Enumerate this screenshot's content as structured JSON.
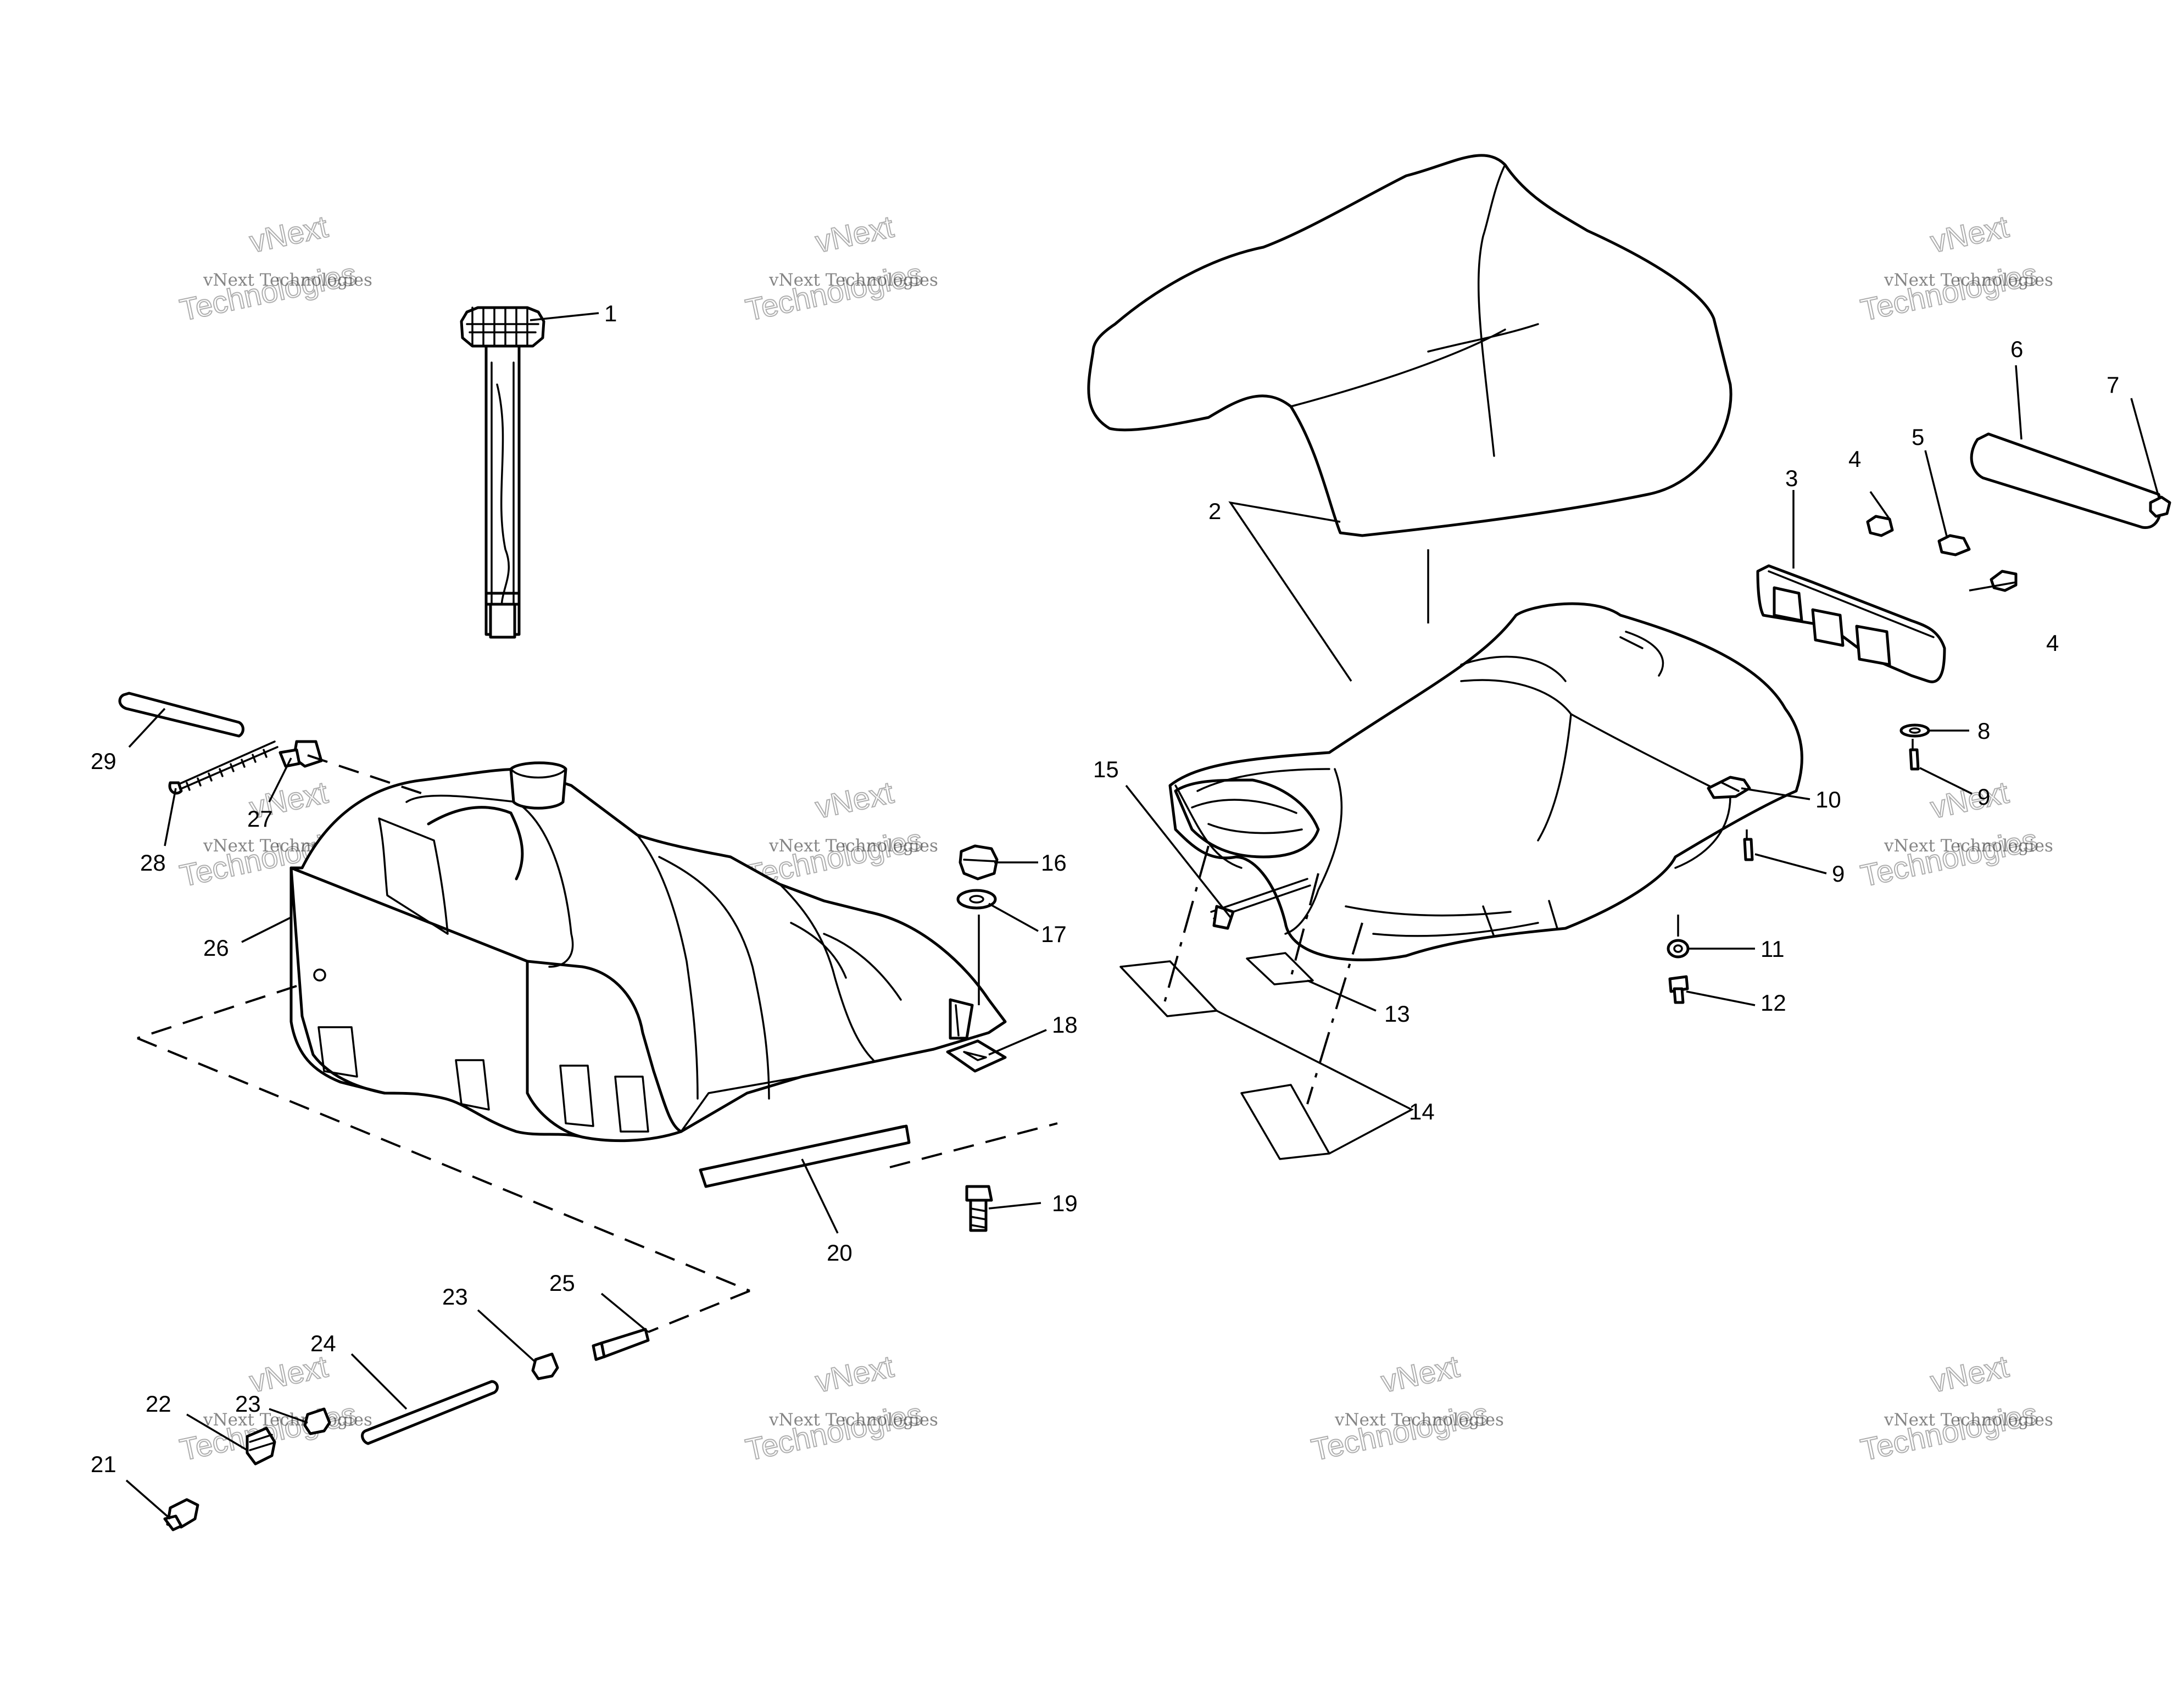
{
  "callouts": [
    "1",
    "2",
    "3",
    "4",
    "4",
    "5",
    "6",
    "7",
    "8",
    "9",
    "9",
    "10",
    "11",
    "12",
    "13",
    "14",
    "15",
    "16",
    "17",
    "18",
    "19",
    "20",
    "21",
    "22",
    "23",
    "23",
    "24",
    "25",
    "26",
    "27",
    "28",
    "29"
  ],
  "watermark": {
    "line1": "vNext Technologies",
    "line2": "vNext",
    "line3": "Technologies"
  }
}
